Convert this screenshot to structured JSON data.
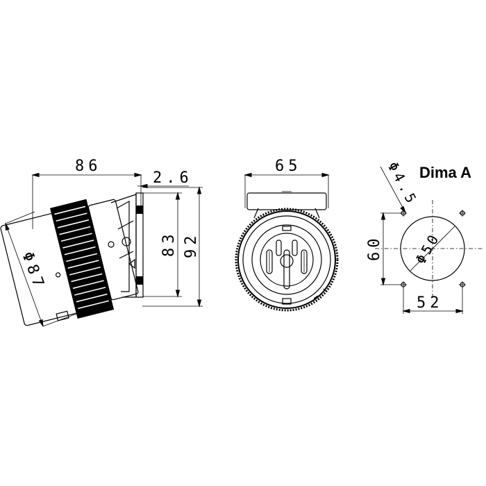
{
  "title": "Dima A",
  "side_view": {
    "width_label": "86",
    "flange_label": "2.6",
    "height_inner_label": "83",
    "height_outer_label": "92",
    "diameter_label": "Φ87"
  },
  "front_view": {
    "width_label": "65"
  },
  "cutout": {
    "hole_diameter_label": "Φ4.5",
    "height_label": "60",
    "width_label": "52",
    "circle_diameter_label": "Φ50"
  }
}
